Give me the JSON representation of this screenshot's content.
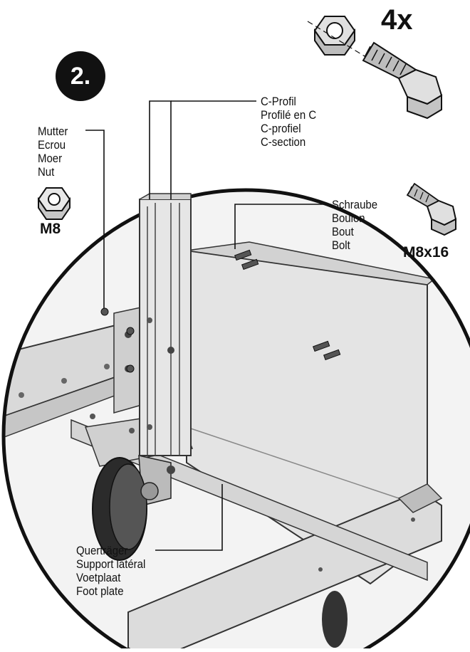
{
  "step": {
    "number": "2."
  },
  "quantity": "4x",
  "parts": {
    "c_profile": {
      "lines": [
        "C-Profil",
        "Profilé en C",
        "C-profiel",
        "C-section"
      ]
    },
    "nut": {
      "lines": [
        "Mutter",
        "Ecrou",
        "Moer",
        "Nut"
      ],
      "size": "M8"
    },
    "bolt": {
      "lines": [
        "Schraube",
        "Boulon",
        "Bout",
        "Bolt"
      ],
      "size": "M8x16"
    },
    "cross_member": {
      "lines": [
        "Querträger",
        "Support latéral",
        "Voetplaat",
        "Foot plate"
      ]
    }
  },
  "icons": [
    "hex-nut-icon",
    "hex-bolt-icon",
    "caster-wheel-icon"
  ]
}
